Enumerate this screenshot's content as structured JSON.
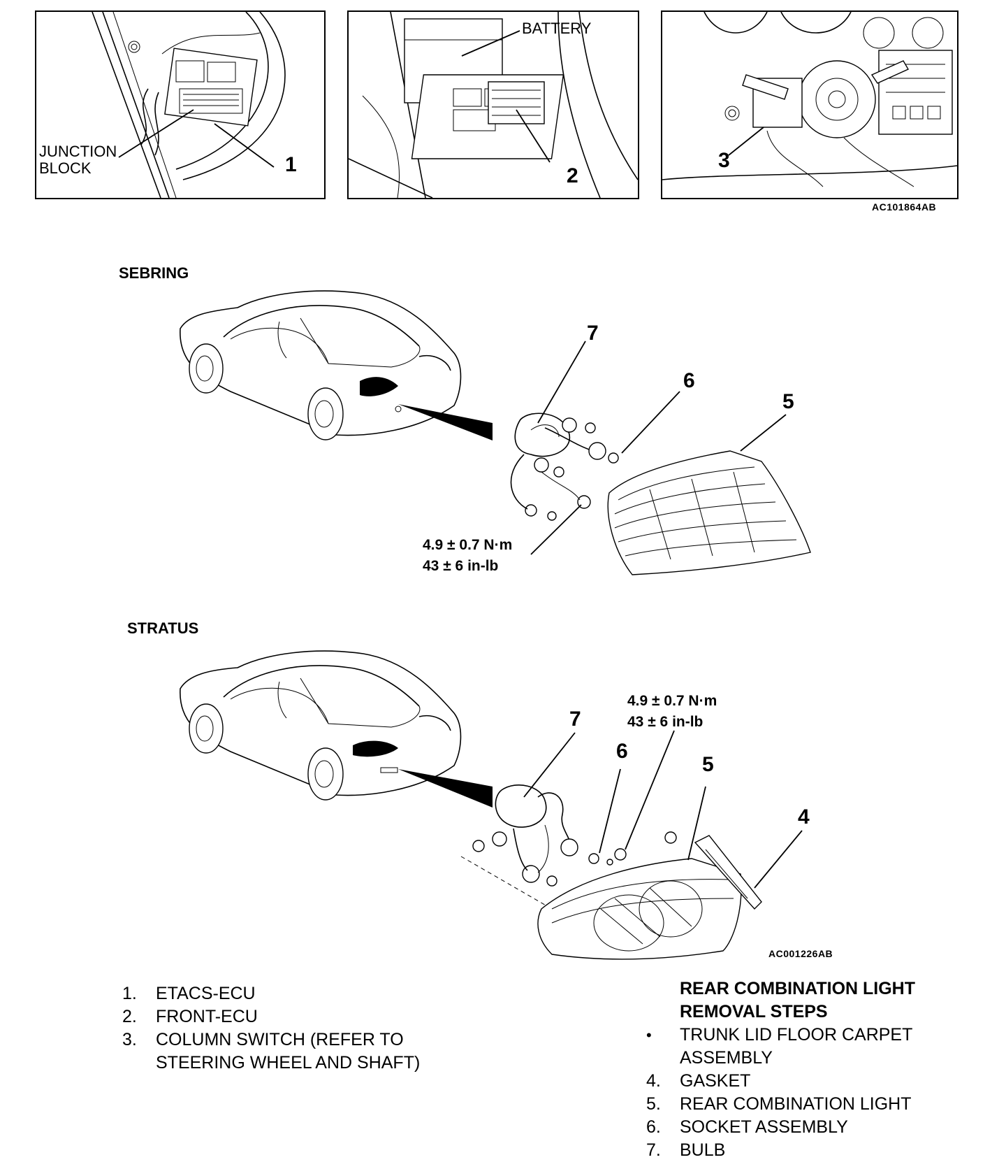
{
  "top_panels": {
    "panel1": {
      "junction_label_line1": "JUNCTION",
      "junction_label_line2": "BLOCK",
      "callout": "1"
    },
    "panel2": {
      "battery_label": "BATTERY",
      "callout": "2"
    },
    "panel3": {
      "callout": "3"
    },
    "figure_code": "AC101864AB"
  },
  "sebring": {
    "title": "SEBRING",
    "callouts": [
      "7",
      "6",
      "5"
    ],
    "torque_line1": "4.9 ± 0.7 N·m",
    "torque_line2": "43 ± 6 in-lb"
  },
  "stratus": {
    "title": "STRATUS",
    "callouts": [
      "7",
      "6",
      "5",
      "4"
    ],
    "torque_line1": "4.9 ± 0.7 N·m",
    "torque_line2": "43 ± 6 in-lb",
    "figure_code": "AC001226AB"
  },
  "components_legend": [
    {
      "num": "1.",
      "text": "ETACS-ECU"
    },
    {
      "num": "2.",
      "text": "FRONT-ECU"
    },
    {
      "num": "3.",
      "text": "COLUMN SWITCH (REFER TO STEERING WHEEL AND SHAFT)"
    }
  ],
  "removal_steps": {
    "title_line1": "REAR COMBINATION LIGHT",
    "title_line2": "REMOVAL STEPS",
    "bullet": "•",
    "items": [
      {
        "num": "•",
        "text": "TRUNK LID FLOOR CARPET ASSEMBLY"
      },
      {
        "num": "4.",
        "text": "GASKET"
      },
      {
        "num": "5.",
        "text": "REAR COMBINATION LIGHT"
      },
      {
        "num": "6.",
        "text": "SOCKET ASSEMBLY"
      },
      {
        "num": "7.",
        "text": "BULB"
      }
    ]
  }
}
